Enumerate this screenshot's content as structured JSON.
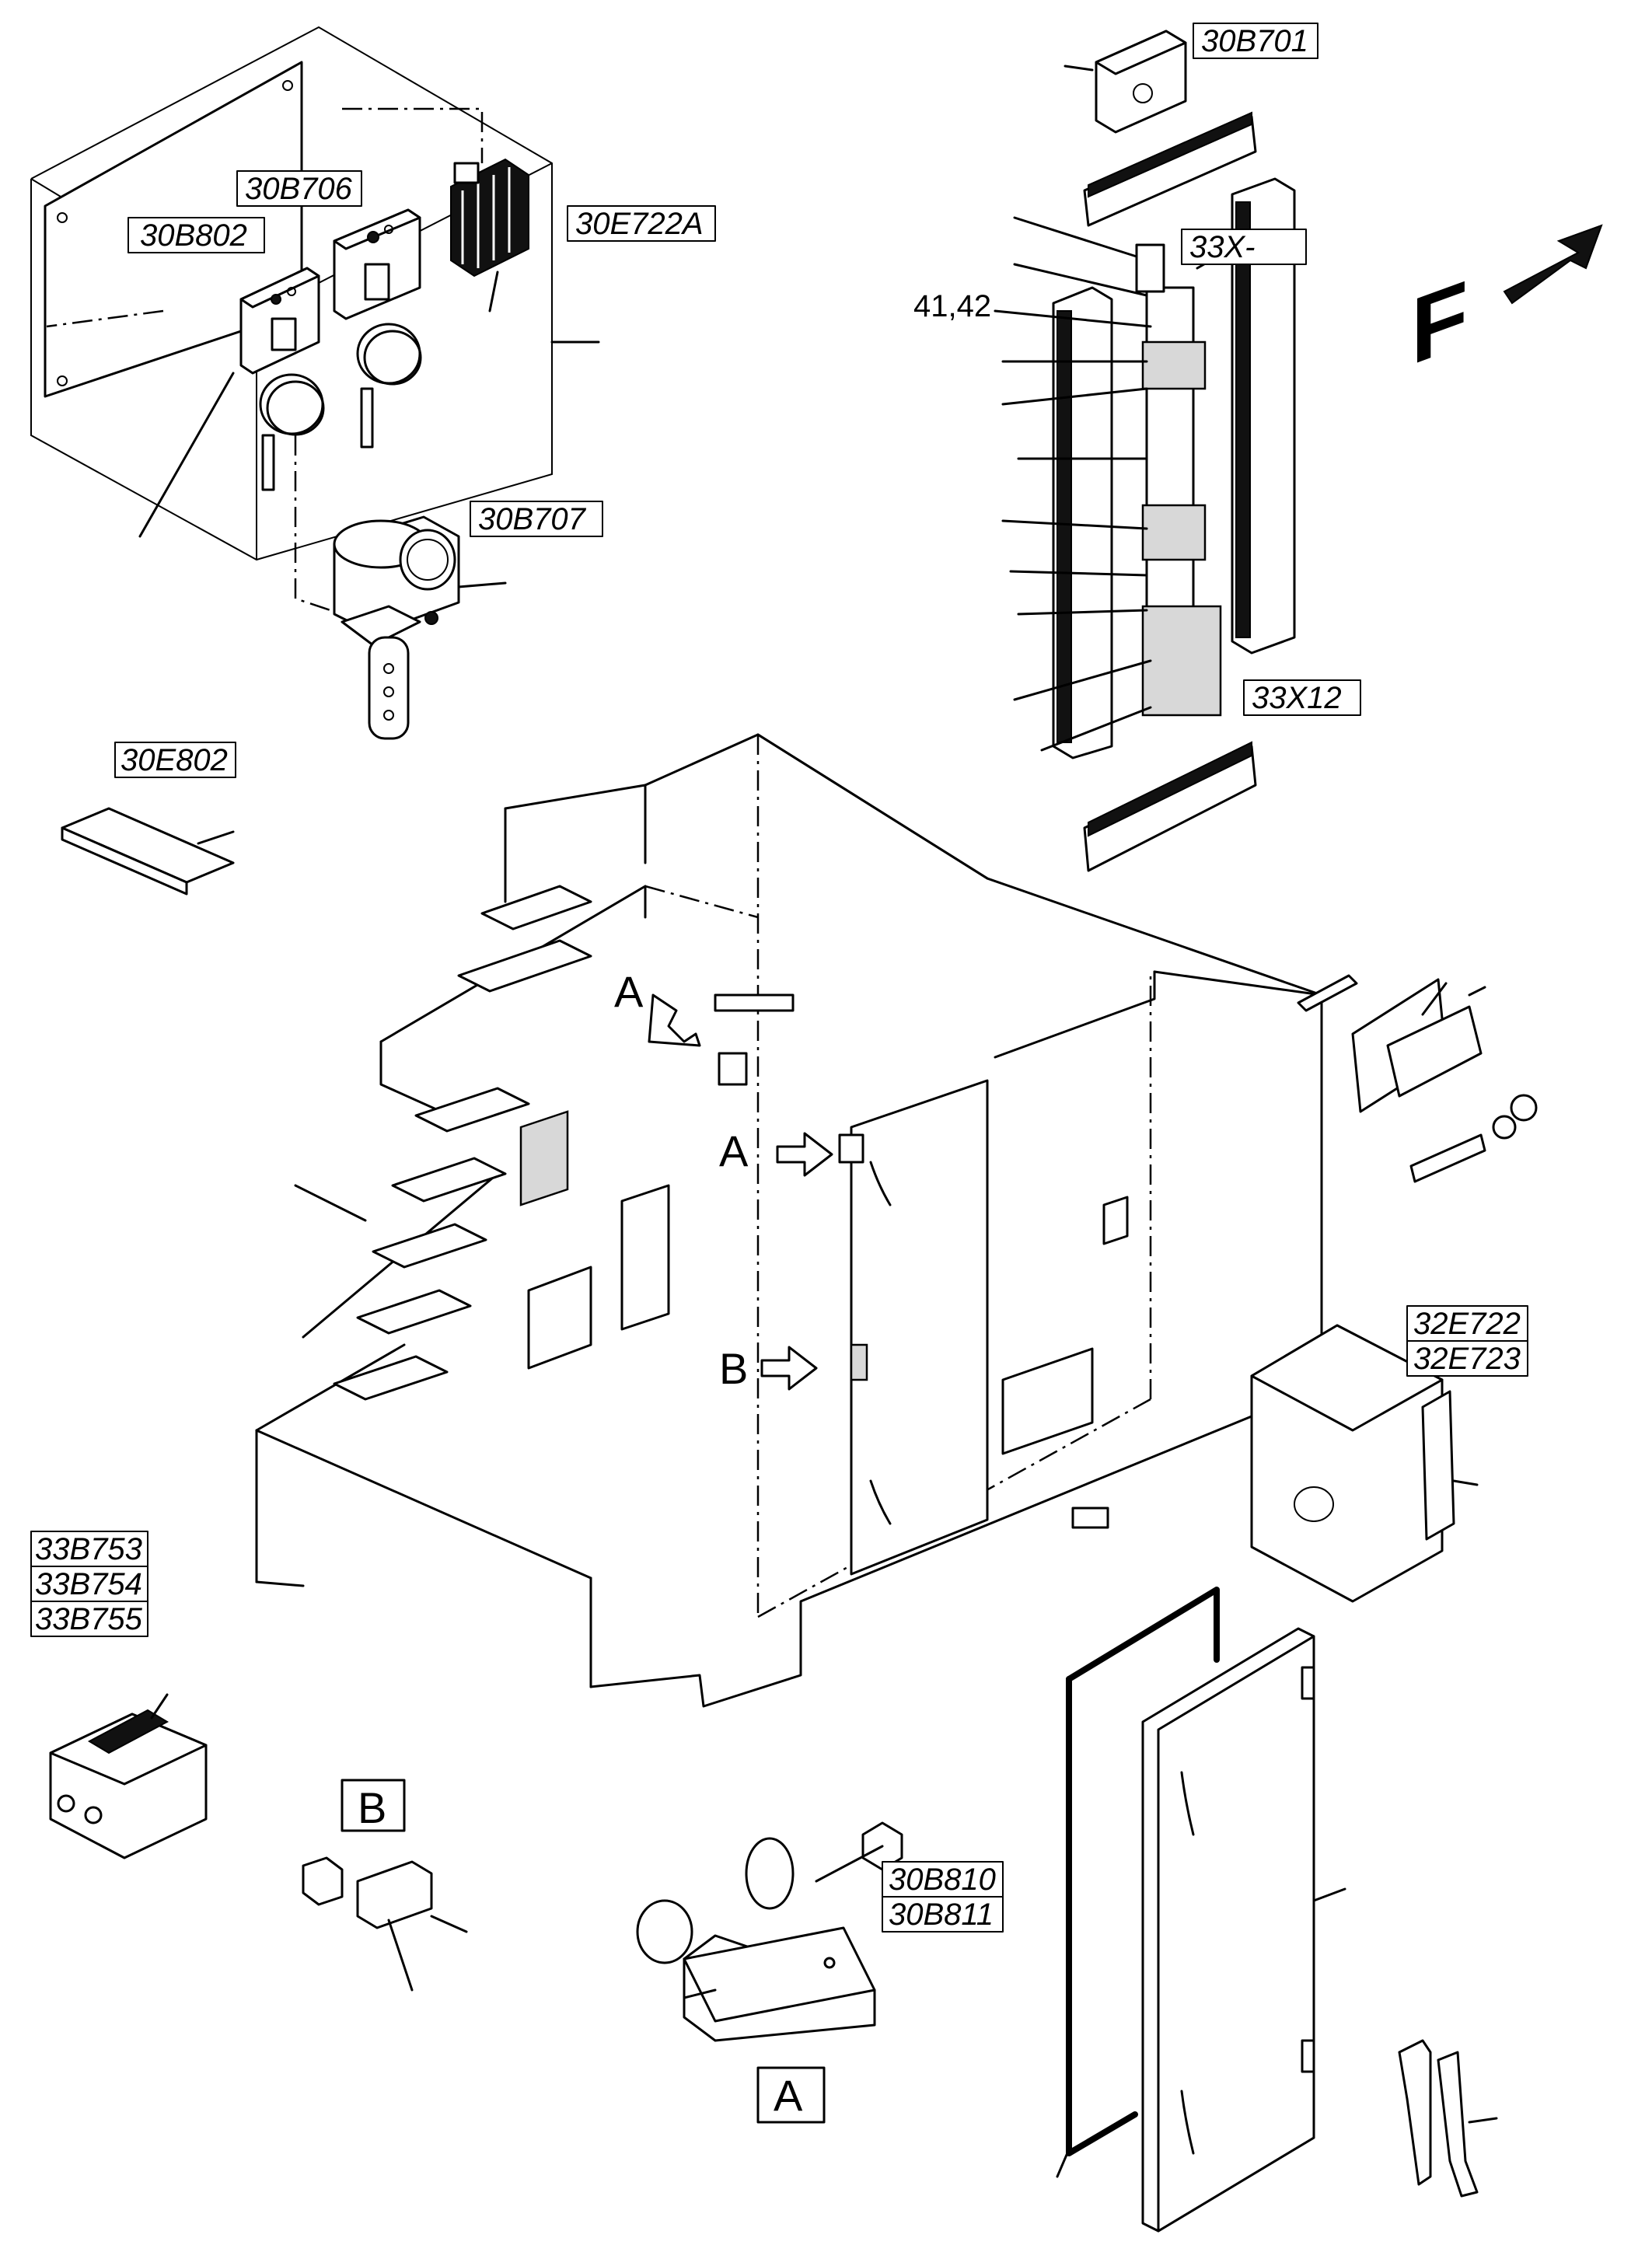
{
  "labels": {
    "b701": "30B701",
    "b706": "30B706",
    "b802": "30B802",
    "e722a": "30E722A",
    "b707": "30B707",
    "x_minus": "33X-",
    "x12": "33X12",
    "pos_41_42": "41,42",
    "e802": "30E802",
    "e722": "32E722",
    "e723": "32E723",
    "b753": "33B753",
    "b754": "33B754",
    "b755": "33B755",
    "b810": "30B810",
    "b811": "30B811",
    "detail_a": "A",
    "detail_b": "B",
    "arrow_a1": "A",
    "arrow_a2": "A",
    "arrow_b": "B",
    "direction": "F"
  }
}
